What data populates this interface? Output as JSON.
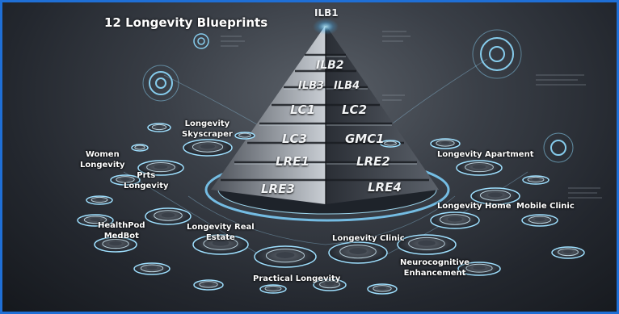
{
  "title": "12 Longevity Blueprints",
  "pyramid": {
    "apex": "ILB1",
    "left_tiers": [
      "ILB2",
      "ILB3",
      "LC1",
      "LC3",
      "LRE1",
      "LRE3"
    ],
    "right_tiers": [
      "ILB4",
      "LC2",
      "GMC1",
      "LRE2",
      "LRE4"
    ]
  },
  "labels": {
    "longevity_skyscraper": "Longevity\nSkyscraper",
    "women_longevity": "Women\nLongevity",
    "prts_longevity": "Prts\nLongevity",
    "healthpod_medbot": "HealthPod\nMedBot",
    "longevity_real_estate": "Longevity Real\nEstate",
    "longevity_clinic": "Longevity Clinic",
    "practical_longevity": "Practical Longevity",
    "neurocognitive_enhancement": "Neurocognitive\nEnhancement",
    "longevity_apartment": "Longevity Apartment",
    "longevity_home": "Longevity Home",
    "mobile_clinic": "Mobile Clinic"
  },
  "colors": {
    "border": "#1f6fd6",
    "glow": "#7fd4ff",
    "text": "#ffffff"
  }
}
